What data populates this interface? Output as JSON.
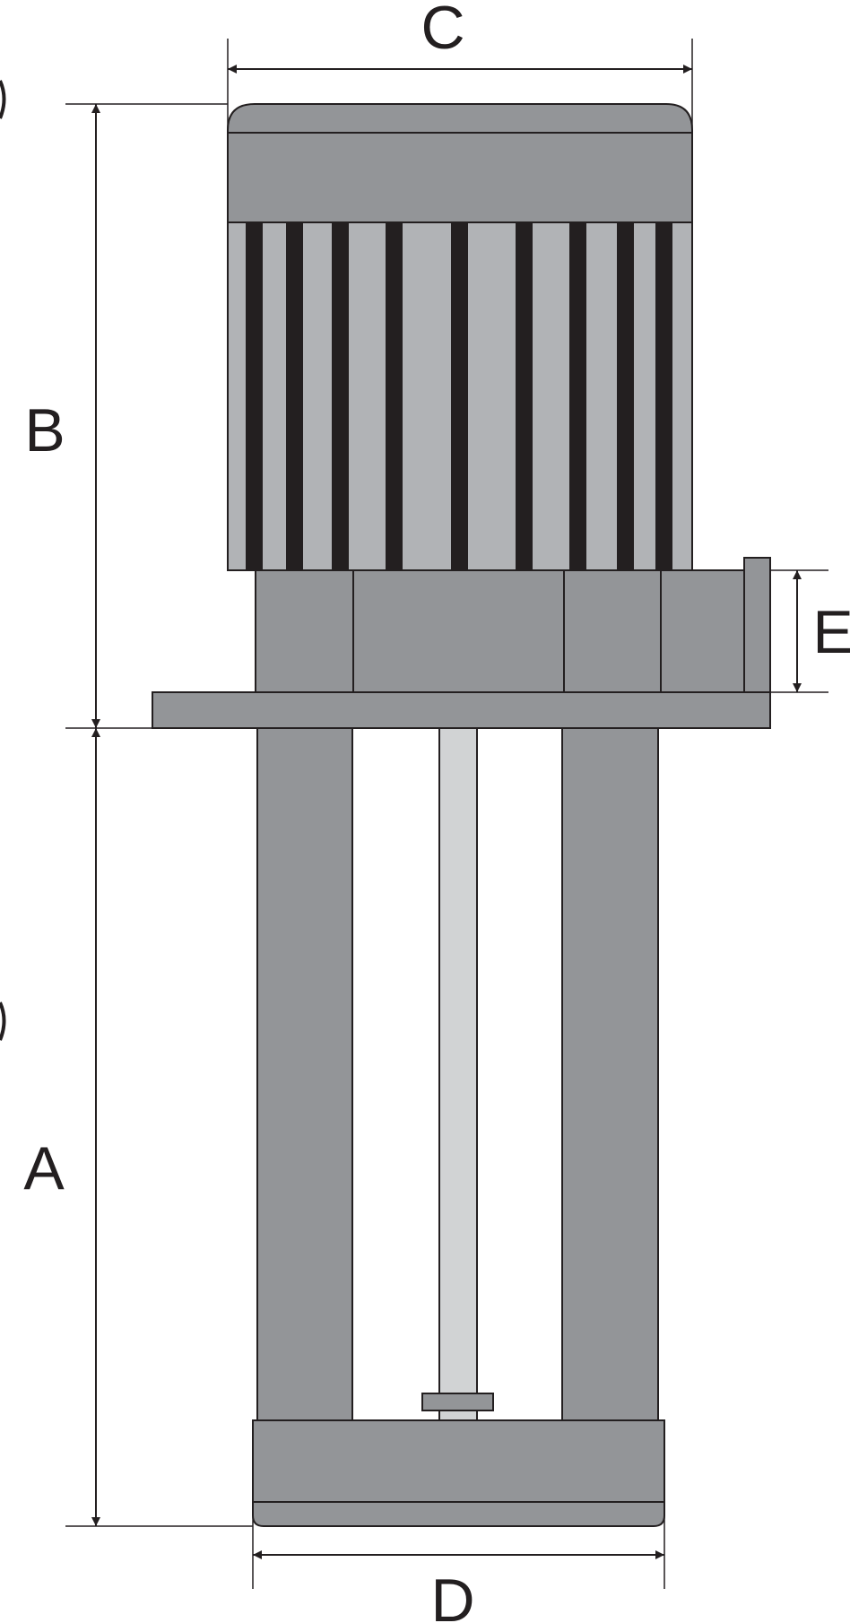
{
  "dimensions": {
    "a_label": "A",
    "b_label": "B",
    "c_label": "C",
    "d_label": "D",
    "e_label": "E"
  },
  "colors": {
    "housing": "#939598",
    "cooling_fins": "#b1b3b6",
    "fin_stripes": "#231f20",
    "shaft": "#d1d3d4",
    "outline": "#231f20",
    "background": "#ffffff"
  }
}
